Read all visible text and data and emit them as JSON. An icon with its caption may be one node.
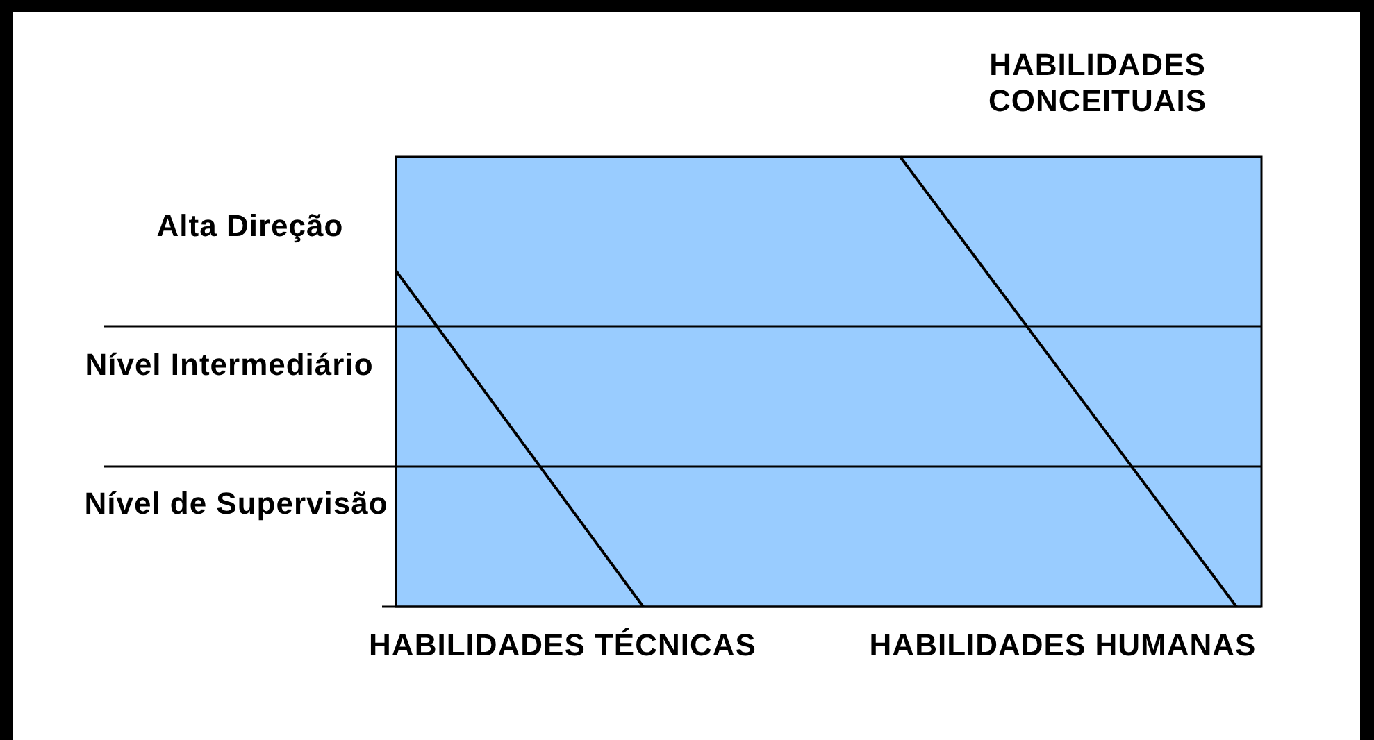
{
  "diagram": {
    "labels": [
      "HABILIDADES CONCEITUAIS",
      "Alta Direção",
      "Nível Intermediário",
      "Nível de Supervisão",
      "HABILIDADES TÉCNICAS",
      "HABILIDADES HUMANAS"
    ]
  }
}
